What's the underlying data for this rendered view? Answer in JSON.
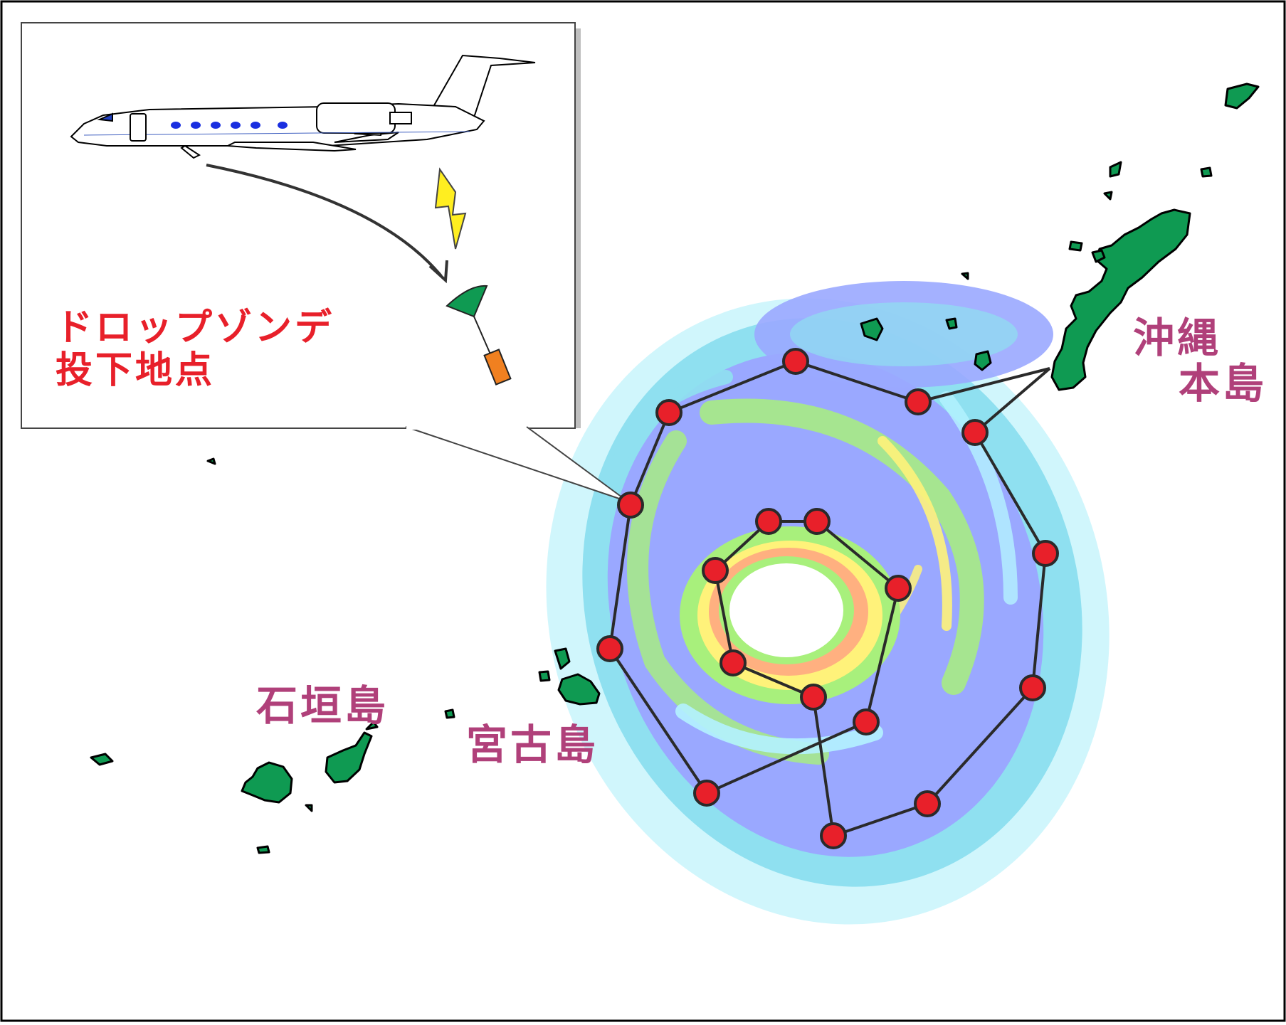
{
  "labels": {
    "drop_line1": "ドロップゾンデ",
    "drop_line2": "投下地点",
    "okinawa_line1": "沖縄",
    "okinawa_line2": "本島",
    "ishigaki": "石垣島",
    "miyako": "宮古島"
  },
  "colors": {
    "drop_label": "#e8202a",
    "island_label": "#b0407a",
    "drop_point_fill": "#e8202a",
    "flight_path": "#2a2a2a",
    "land": "#0f9a52",
    "rain_light": "#8fe0f0",
    "rain_moderate": "#9aa8ff",
    "rain_heavy": "#a8f07c",
    "rain_intense": "#fff27a",
    "rain_extreme": "#ffb080",
    "sonde_parachute": "#0f9a52",
    "sonde_body": "#f08020",
    "lightning": "#ffee20"
  },
  "icons": [
    "aircraft-icon",
    "parachute-sonde-icon",
    "lightning-icon",
    "drop-arrow-icon"
  ],
  "flight_route_points": 18
}
